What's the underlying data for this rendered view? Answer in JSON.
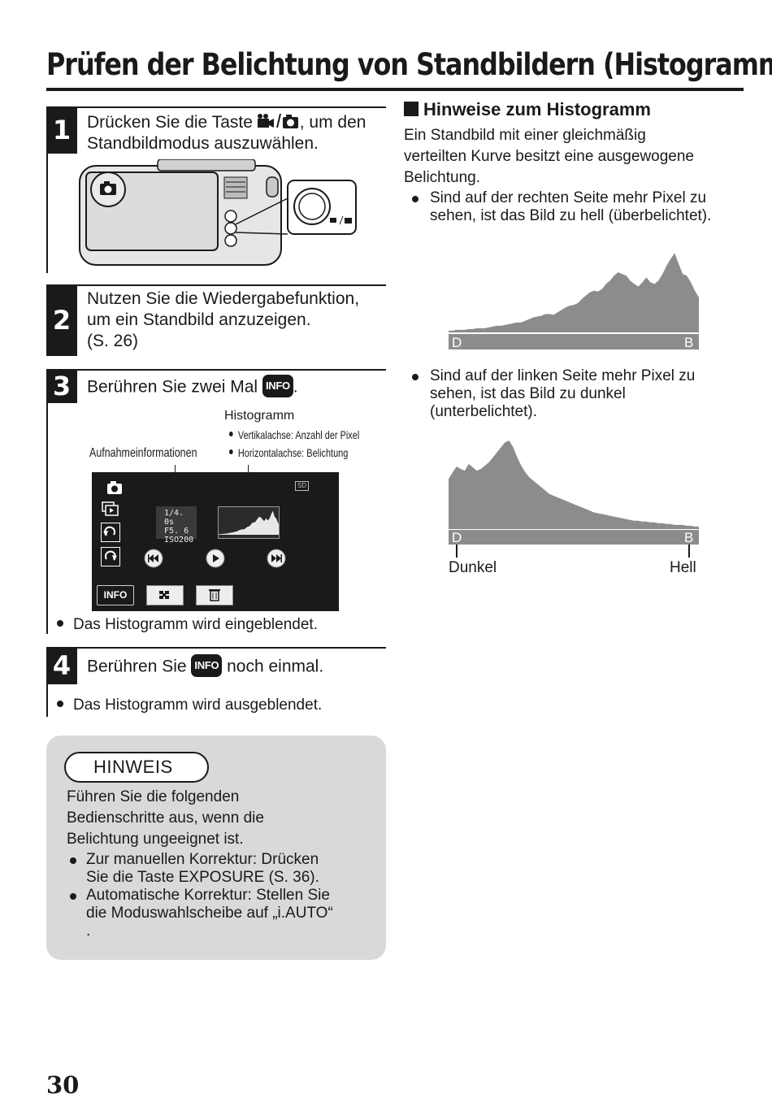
{
  "title": "Prüfen der Belichtung von Standbildern (Histogramm)",
  "steps": [
    {
      "number": "1",
      "text_before": "Drücken Sie die Taste ",
      "icon": "movie-camera-slash-camera-icon",
      "text_after": ", um den",
      "line2": "Standbildmodus auszuwählen."
    },
    {
      "number": "2",
      "lines": [
        "Nutzen Sie die Wiedergabefunktion,",
        "um ein Standbild anzuzeigen.",
        "(S. 26)"
      ]
    },
    {
      "number": "3",
      "text_before": "Berühren Sie zwei Mal ",
      "badge": "INFO",
      "text_after": "."
    },
    {
      "number": "4",
      "text_before": "Berühren Sie ",
      "badge": "INFO",
      "text_after": " noch einmal."
    }
  ],
  "step3_labels": {
    "histogram": "Histogramm",
    "vertical_axis": "Vertikalachse: Anzahl der Pixel",
    "horizontal_axis": "Horizontalachse: Belichtung",
    "recording_info": "Aufnahmeinformationen"
  },
  "screen": {
    "shutter": "1/4. 0s",
    "aperture": "F5. 6",
    "iso": "ISO200",
    "sd_label": "SD",
    "info_button": "INFO"
  },
  "bullets": {
    "step3": "Das Histogramm wird eingeblendet.",
    "step4": "Das Histogramm wird ausgeblendet."
  },
  "notes": {
    "heading": "Hinweise zum Histogramm",
    "para": [
      "Ein Standbild mit einer gleichmäßig",
      "verteilten Kurve besitzt eine ausgewogene",
      "Belichtung."
    ],
    "bullet1": [
      "Sind auf der rechten Seite mehr Pixel zu",
      "sehen, ist das Bild zu hell (überbelichtet)."
    ],
    "bullet2": [
      "Sind auf der linken Seite mehr Pixel zu",
      "sehen, ist das Bild zu dunkel",
      "(unterbelichtet)."
    ],
    "axis_left": "D",
    "axis_right": "B",
    "dark_label": "Dunkel",
    "bright_label": "Hell"
  },
  "hint": {
    "label": "HINWEIS",
    "para": [
      "Führen Sie die folgenden",
      "Bedienschritte aus, wenn die",
      "Belichtung ungeeignet ist."
    ],
    "bullet1": [
      "Zur manuellen Korrektur: Drücken",
      "Sie die Taste EXPOSURE (S. 36)."
    ],
    "bullet2": [
      "Automatische Korrektur: Stellen Sie",
      "die Moduswahlscheibe auf „i.AUTO“",
      "."
    ]
  },
  "page_number": "30",
  "histograms": {
    "overexposed": [
      2,
      2,
      3,
      3,
      3,
      4,
      4,
      5,
      5,
      5,
      6,
      7,
      8,
      8,
      9,
      10,
      11,
      12,
      12,
      14,
      16,
      18,
      19,
      20,
      22,
      22,
      21,
      24,
      27,
      30,
      32,
      33,
      35,
      40,
      44,
      48,
      50,
      49,
      52,
      58,
      62,
      68,
      72,
      70,
      68,
      62,
      58,
      55,
      60,
      66,
      60,
      58,
      62,
      70,
      80,
      88,
      95,
      82,
      70,
      68,
      60,
      50,
      42
    ],
    "underexposed": [
      60,
      68,
      75,
      72,
      70,
      78,
      74,
      70,
      72,
      76,
      80,
      86,
      92,
      98,
      104,
      106,
      98,
      86,
      76,
      68,
      62,
      58,
      54,
      50,
      46,
      42,
      40,
      38,
      36,
      34,
      32,
      30,
      28,
      26,
      24,
      22,
      20,
      19,
      18,
      17,
      16,
      15,
      14,
      13,
      12,
      11,
      10,
      10,
      9,
      9,
      8,
      8,
      7,
      7,
      6,
      6,
      5,
      5,
      5,
      4,
      4,
      3,
      3
    ]
  }
}
